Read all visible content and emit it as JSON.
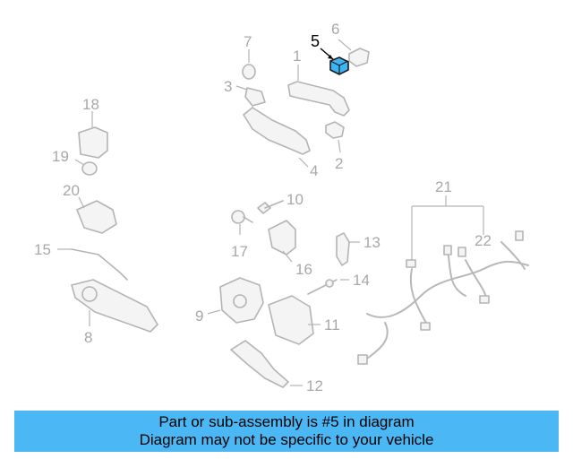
{
  "callouts": {
    "c1": "1",
    "c2": "2",
    "c3": "3",
    "c4": "4",
    "c5": "5",
    "c6": "6",
    "c7": "7",
    "c8": "8",
    "c9": "9",
    "c10": "10",
    "c11": "11",
    "c12": "12",
    "c13": "13",
    "c14": "14",
    "c15": "15",
    "c16": "16",
    "c17": "17",
    "c18": "18",
    "c19": "19",
    "c20": "20",
    "c21": "21",
    "c22": "22"
  },
  "highlight": {
    "part": "5",
    "color": "#3db5f5"
  },
  "banner": {
    "line1": "Part or sub-assembly is #5 in diagram",
    "line2": "Diagram may not be specific to your vehicle",
    "color": "#4bb8f5"
  }
}
